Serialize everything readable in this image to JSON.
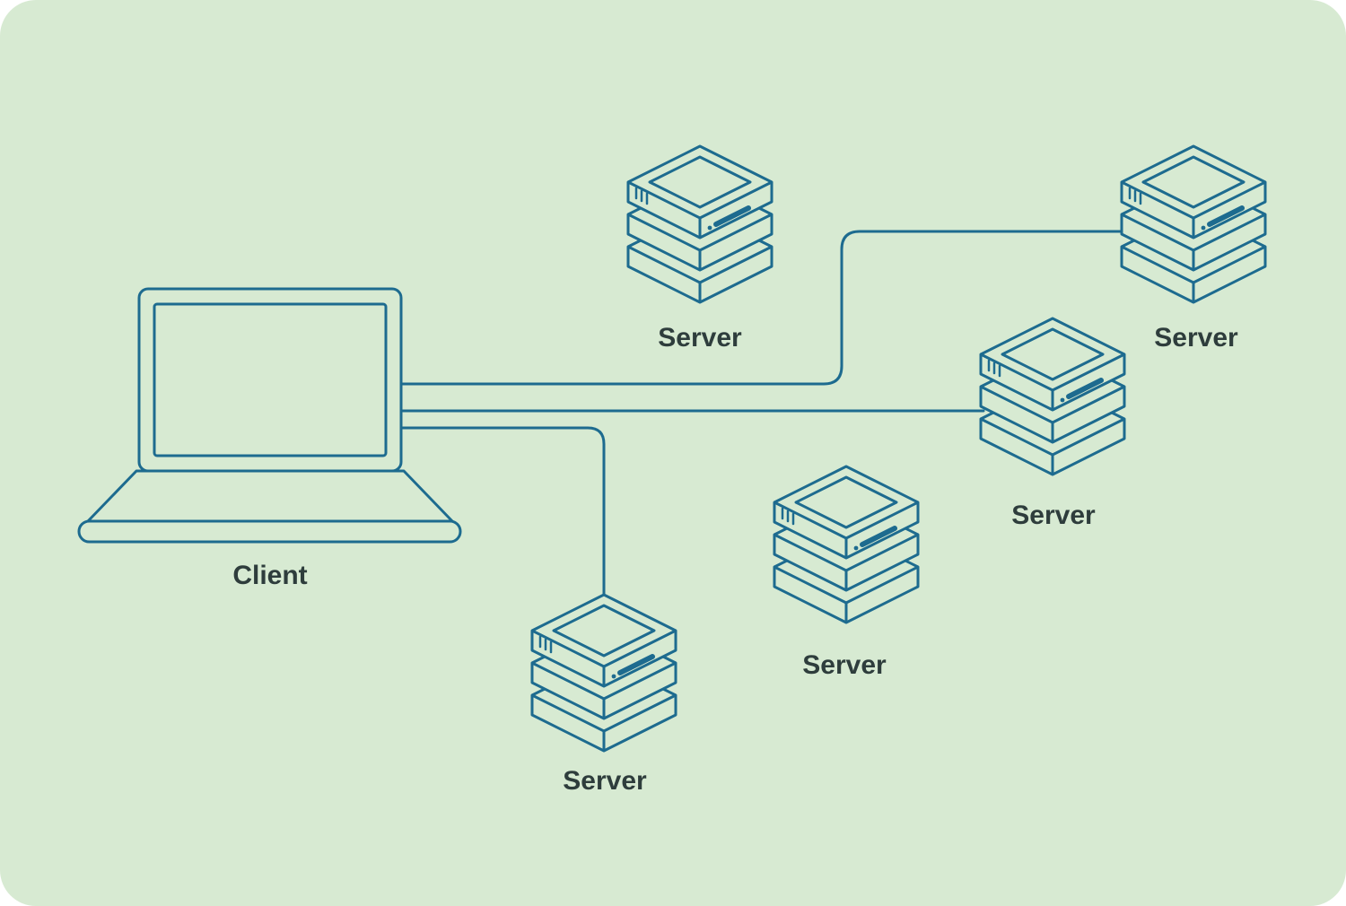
{
  "diagram": {
    "title": "client-server network diagram",
    "client": {
      "label": "Client"
    },
    "servers": [
      {
        "label": "Server",
        "position": "top-middle"
      },
      {
        "label": "Server",
        "position": "top-right"
      },
      {
        "label": "Server",
        "position": "middle-right"
      },
      {
        "label": "Server",
        "position": "bottom-middle"
      },
      {
        "label": "Server",
        "position": "bottom-left"
      }
    ],
    "connections": [
      {
        "from": "client",
        "to": "server-top-right"
      },
      {
        "from": "client",
        "to": "server-middle-right"
      },
      {
        "from": "client",
        "to": "server-bottom-left"
      }
    ],
    "colors": {
      "background": "#d7ead2",
      "line": "#1d6b8f",
      "text": "#2e3d3c",
      "page": "#ffffff"
    }
  }
}
